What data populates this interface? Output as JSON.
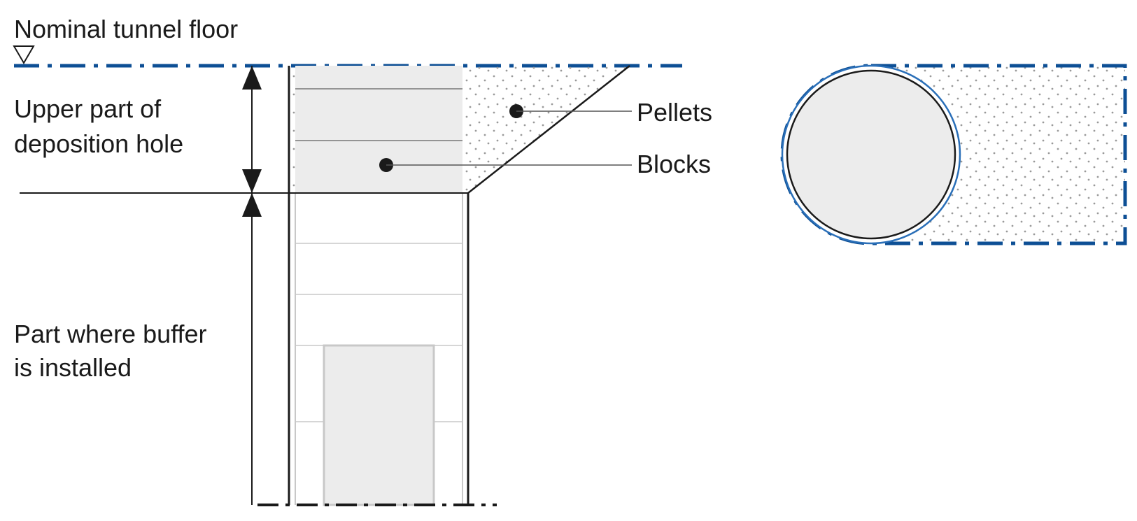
{
  "labels": {
    "nominal_tunnel_floor": "Nominal tunnel floor",
    "upper_part_line1": "Upper part of",
    "upper_part_line2": "deposition hole",
    "buffer_part_line1": "Part where buffer",
    "buffer_part_line2": "is installed",
    "pellets": "Pellets",
    "blocks": "Blocks"
  },
  "colors": {
    "dashed_blue": "#0d4f95",
    "circle_blue": "#2a6fb8",
    "block_fill": "#ececec",
    "line_dark": "#1a1a1a",
    "line_light": "#c8c8c8",
    "pellet_dot": "#9a9a9a"
  }
}
